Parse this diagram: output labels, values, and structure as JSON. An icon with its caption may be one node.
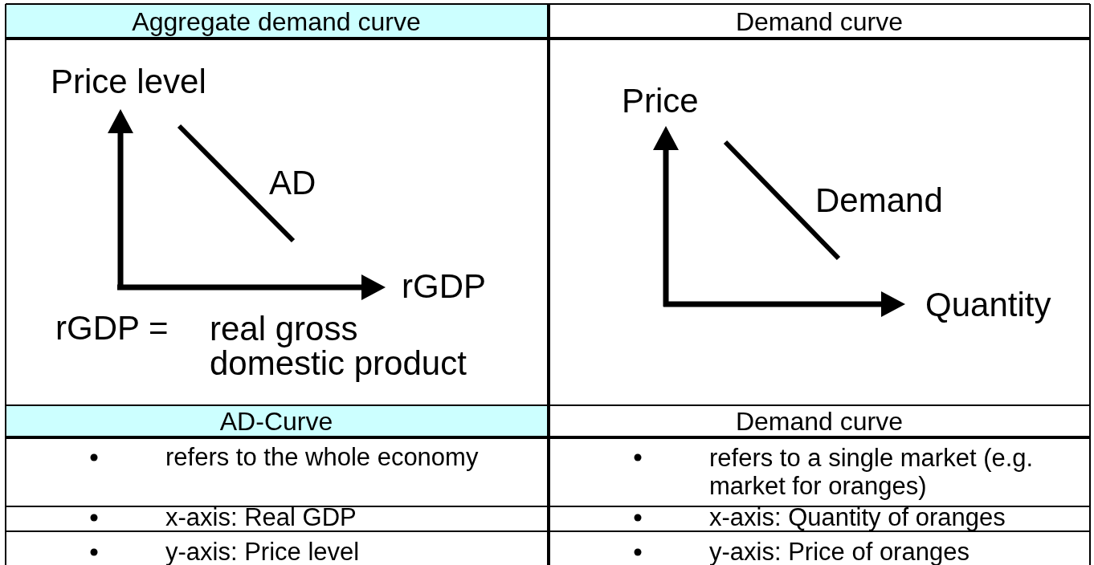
{
  "diagram": {
    "labels": [
      "Aggregate demand curve",
      "Demand curve",
      "Price level",
      "AD",
      "rGDP",
      "Price",
      "Demand",
      "Quantity",
      "rGDP =",
      "real gross domestic product",
      "AD-Curve",
      "Demand curve",
      "refers to the whole economy",
      "refers to a single market (e.g. market for oranges)",
      "x-axis: Real GDP",
      "x-axis: Quantity of oranges",
      "y-axis: Price level",
      "y-axis: Price of oranges"
    ]
  }
}
